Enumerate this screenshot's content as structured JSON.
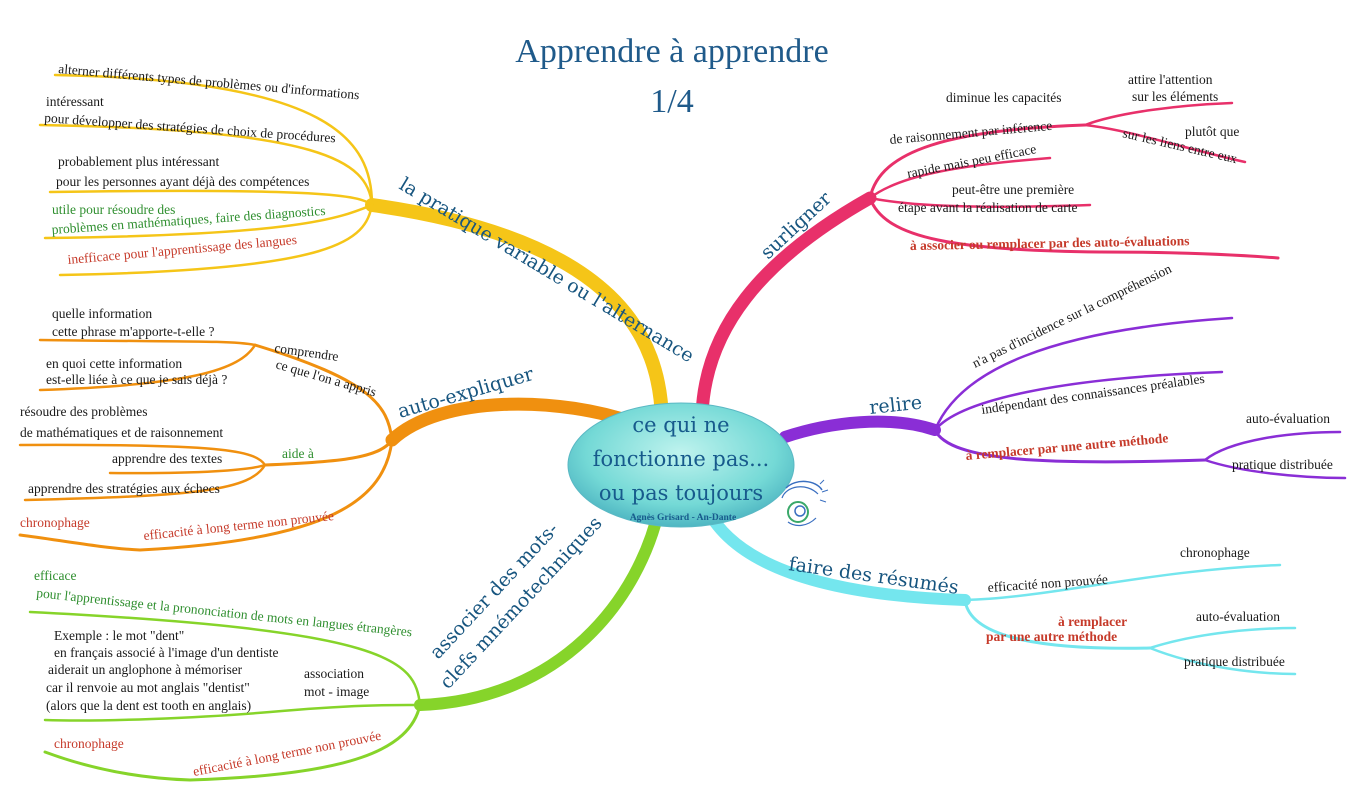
{
  "title": {
    "line1": "Apprendre à apprendre",
    "line2": "1/4"
  },
  "center": {
    "line1": "ce qui ne",
    "line2": "fonctionne pas...",
    "line3": "ou pas toujours",
    "author": "Agnès Grisard - An-Dante"
  },
  "colors": {
    "yellow": "#f5c518",
    "orange": "#f0900f",
    "green": "#86d42a",
    "pink": "#e8306a",
    "purple": "#8a2ed6",
    "cyan": "#74e6ee"
  },
  "logo": {
    "icon": "spiral-logo-icon"
  },
  "pratique": {
    "title": "la pratique variable ou l'alternance",
    "l1": "alterner différents types de problèmes ou d'informations",
    "l2a": "intéressant",
    "l2b": "pour développer des stratégies de choix de procédures",
    "l3a": "probablement plus intéressant",
    "l3b": "pour les personnes ayant déjà des compétences",
    "l4a": "utile pour résoudre des",
    "l4b": "problèmes en mathématiques, faire des diagnostics",
    "l5": "inefficace pour l'apprentissage des langues"
  },
  "auto": {
    "title": "auto-expliquer",
    "comprendre_a": "comprendre",
    "comprendre_b": "ce que l'on a appris",
    "q1a": "quelle information",
    "q1b": "cette phrase m'apporte-t-elle ?",
    "q2a": "en quoi cette information",
    "q2b": "est-elle liée à ce que je sais déjà ?",
    "aide": "aide à",
    "a1a": "résoudre des problèmes",
    "a1b": "de mathématiques et de raisonnement",
    "a2": "apprendre des textes",
    "a3": "apprendre des stratégies aux échecs",
    "chrono": "chronophage",
    "efficacite": "efficacité à long terme non prouvée"
  },
  "mots": {
    "title_a": "associer des mots-",
    "title_b": "clefs mnémotechniques",
    "eff_a": "efficace",
    "eff_b": "pour l'apprentissage et la prononciation de mots en langues étrangères",
    "ex1": "Exemple : le mot \"dent\"",
    "ex2": "en français associé à l'image d'un dentiste",
    "ex3": "aiderait un anglophone à mémoriser",
    "ex4": "car il renvoie au mot anglais \"dentist\"",
    "ex5": "(alors que la dent est tooth en anglais)",
    "assoc_a": "association",
    "assoc_b": "mot - image",
    "chrono": "chronophage",
    "efficacite": "efficacité à long terme non prouvée"
  },
  "surligner": {
    "title": "surligner",
    "dim_a": "diminue les capacités",
    "dim_b": "de raisonnement par inférence",
    "att_a": "attire l'attention",
    "att_b": "sur les éléments",
    "plutot_a": "plutôt que",
    "plutot_b": "sur les liens entre eux",
    "rapide": "rapide mais peu efficace",
    "peut_a": "peut-être une première",
    "peut_b": "étape avant la réalisation de carte",
    "assoc": "à associer ou remplacer par des auto-évaluations"
  },
  "relire": {
    "title": "relire",
    "l1": "n'a pas d'incidence sur la compréhension",
    "l2": "indépendant des connaissances préalables",
    "l3": "à remplacer par une autre méthode",
    "auto": "auto-évaluation",
    "prat": "pratique distribuée"
  },
  "resumes": {
    "title": "faire des résumés",
    "eff": "efficacité non prouvée",
    "chrono": "chronophage",
    "rep_a": "à  remplacer",
    "rep_b": "par une autre méthode",
    "auto": "auto-évaluation",
    "prat": "pratique distribuée"
  }
}
